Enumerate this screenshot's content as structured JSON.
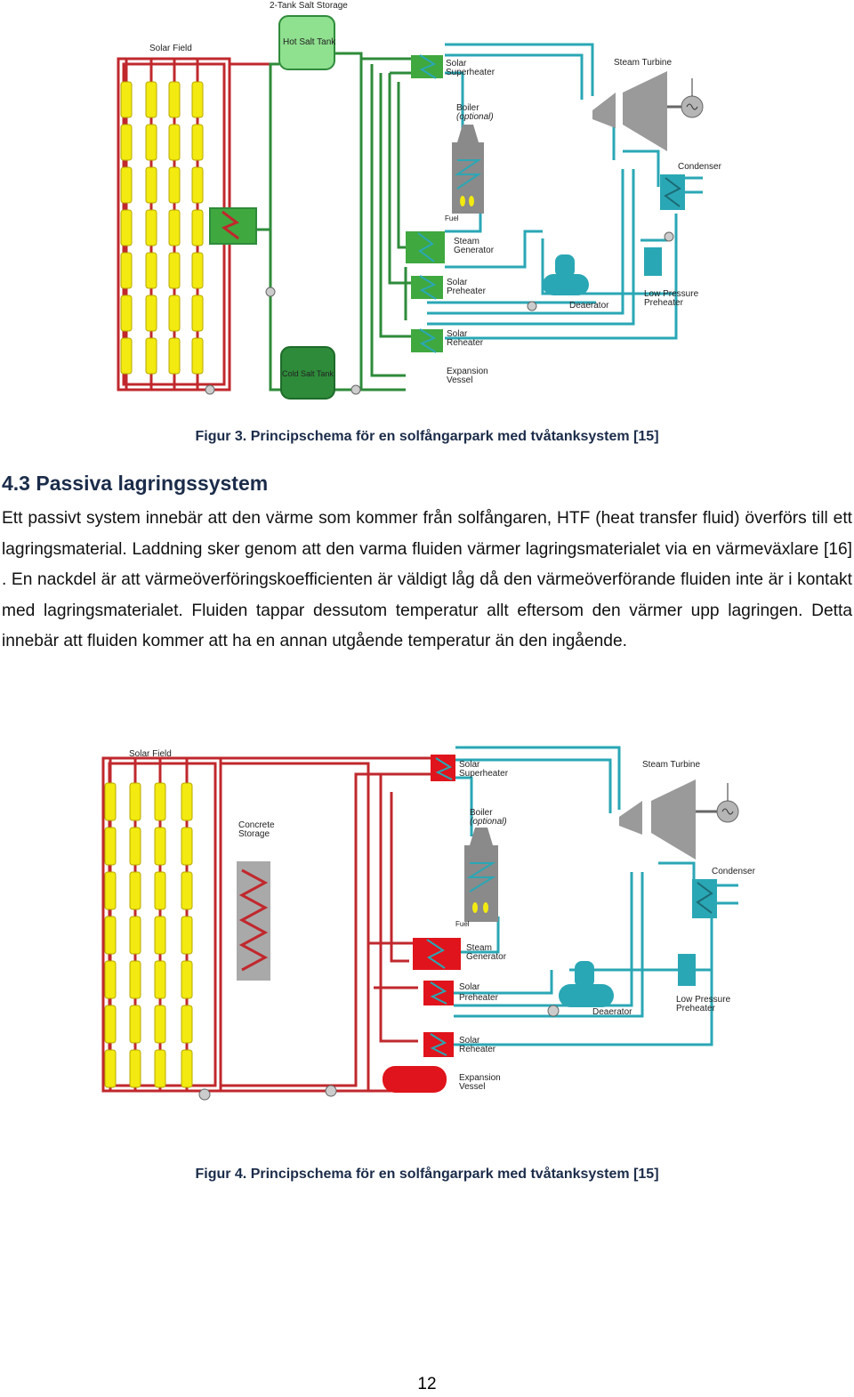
{
  "figure1": {
    "labels": {
      "storage": "2-Tank Salt Storage",
      "solar_field": "Solar Field",
      "hot_tank": "Hot Salt Tank",
      "cold_tank": "Cold Salt Tank",
      "superheater_1": "Solar",
      "superheater_2": "Superheater",
      "turbine": "Steam Turbine",
      "boiler_1": "Boiler",
      "boiler_2": "(optional)",
      "fuel": "Fuel",
      "condenser": "Condenser",
      "steam_gen_1": "Steam",
      "steam_gen_2": "Generator",
      "preheater_1": "Solar",
      "preheater_2": "Preheater",
      "deaerator": "Deaerator",
      "lp_preheater_1": "Low Pressure",
      "lp_preheater_2": "Preheater",
      "reheater_1": "Solar",
      "reheater_2": "Reheater",
      "expansion_1": "Expansion",
      "expansion_2": "Vessel"
    },
    "colors": {
      "hot": "#c0282d",
      "salt": "#2e8b3a",
      "water": "#2aa7b5",
      "panel": "#f2ea10"
    }
  },
  "caption1": "Figur 3. Principschema för en solfångarpark med tvåtanksystem [15]",
  "heading": "4.3 Passiva lagringssystem",
  "paragraph": "Ett passivt system innebär att den värme som kommer från solfångaren, HTF (heat transfer fluid) överförs till ett lagringsmaterial. Laddning sker genom att den varma fluiden värmer lagringsmaterialet via en värmeväxlare [16] . En nackdel är att värmeöverföringskoefficienten är väldigt låg då den värmeöverförande fluiden inte är i kontakt med lagringsmaterialet. Fluiden tappar dessutom temperatur allt eftersom den värmer upp lagringen. Detta innebär att fluiden kommer att ha en annan utgående temperatur än den ingående.",
  "figure2": {
    "labels": {
      "solar_field": "Solar Field",
      "concrete_1": "Concrete",
      "concrete_2": "Storage",
      "superheater_1": "Solar",
      "superheater_2": "Superheater",
      "turbine": "Steam Turbine",
      "boiler_1": "Boiler",
      "boiler_2": "(optional)",
      "fuel": "Fuel",
      "condenser": "Condenser",
      "steam_gen_1": "Steam",
      "steam_gen_2": "Generator",
      "preheater_1": "Solar",
      "preheater_2": "Preheater",
      "deaerator": "Deaerator",
      "lp_preheater_1": "Low Pressure",
      "lp_preheater_2": "Preheater",
      "reheater_1": "Solar",
      "reheater_2": "Reheater",
      "expansion_1": "Expansion",
      "expansion_2": "Vessel"
    },
    "colors": {
      "hot": "#c0282d",
      "water": "#2aa7b5",
      "panel": "#f2ea10",
      "concrete": "#a9a9a9"
    }
  },
  "caption2": "Figur 4. Principschema för en solfångarpark med tvåtanksystem [15]",
  "page_number": "12"
}
